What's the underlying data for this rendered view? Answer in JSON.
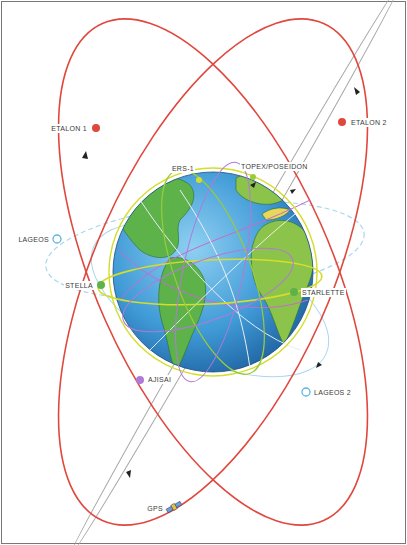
{
  "diagram": {
    "labels": [
      "ETALON 1",
      "ETALON 2",
      "LAGEOS",
      "ERS-1",
      "TOPEX/POSEIDON",
      "STELLA",
      "STARLETTE",
      "AJISAI",
      "LAGEOS 2",
      "GPS"
    ]
  }
}
